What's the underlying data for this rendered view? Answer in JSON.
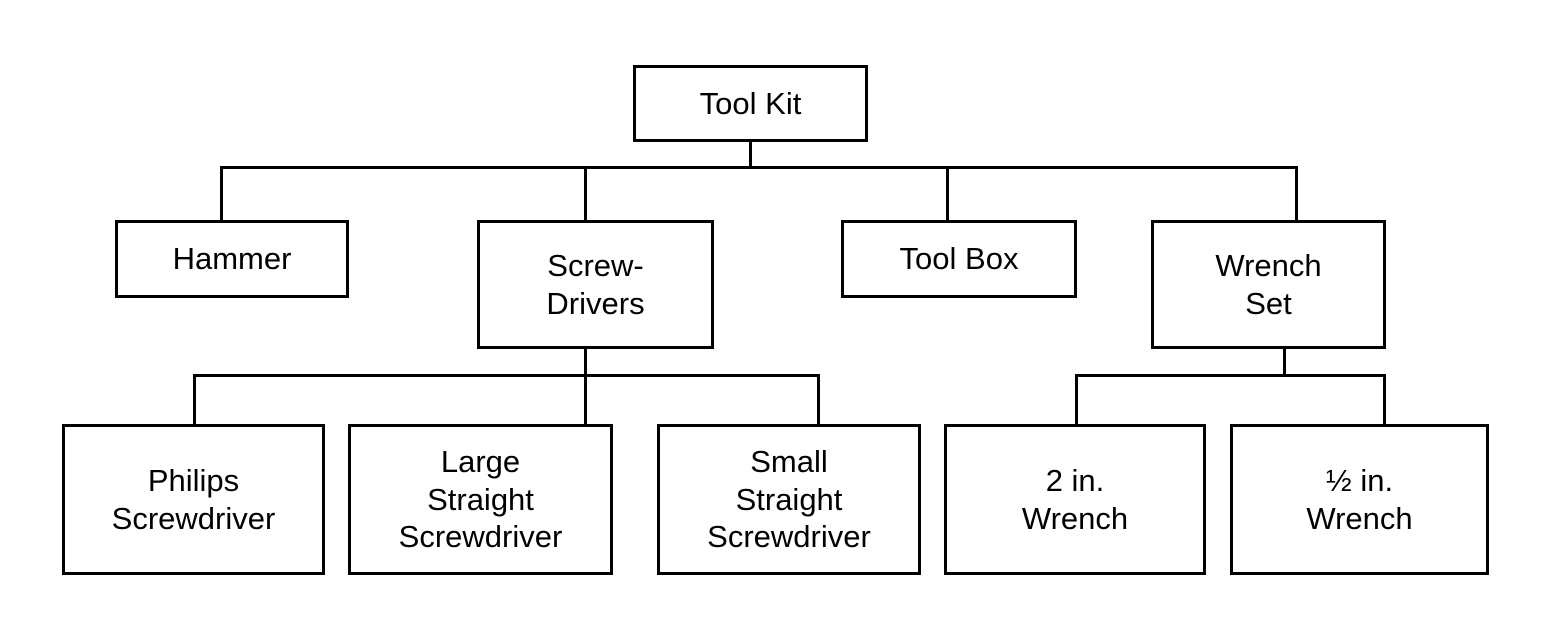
{
  "diagram": {
    "title": "Tool Kit",
    "type": "hierarchy-tree",
    "stroke_color": "#000000",
    "fill_color": "#ffffff",
    "text_color": "#000000",
    "nodes": {
      "root": {
        "label": "Tool Kit"
      },
      "hammer": {
        "label": "Hammer"
      },
      "screwdrivers": {
        "label": "Screw-\nDrivers"
      },
      "toolbox": {
        "label": "Tool Box"
      },
      "wrenchset": {
        "label": "Wrench\nSet"
      },
      "philips": {
        "label": "Philips\nScrewdriver"
      },
      "large_straight": {
        "label": "Large\nStraight\nScrewdriver"
      },
      "small_straight": {
        "label": "Small\nStraight\nScrewdriver"
      },
      "wrench_2in": {
        "label": "2 in.\nWrench"
      },
      "wrench_half_in": {
        "label": "½ in.\nWrench"
      }
    }
  }
}
